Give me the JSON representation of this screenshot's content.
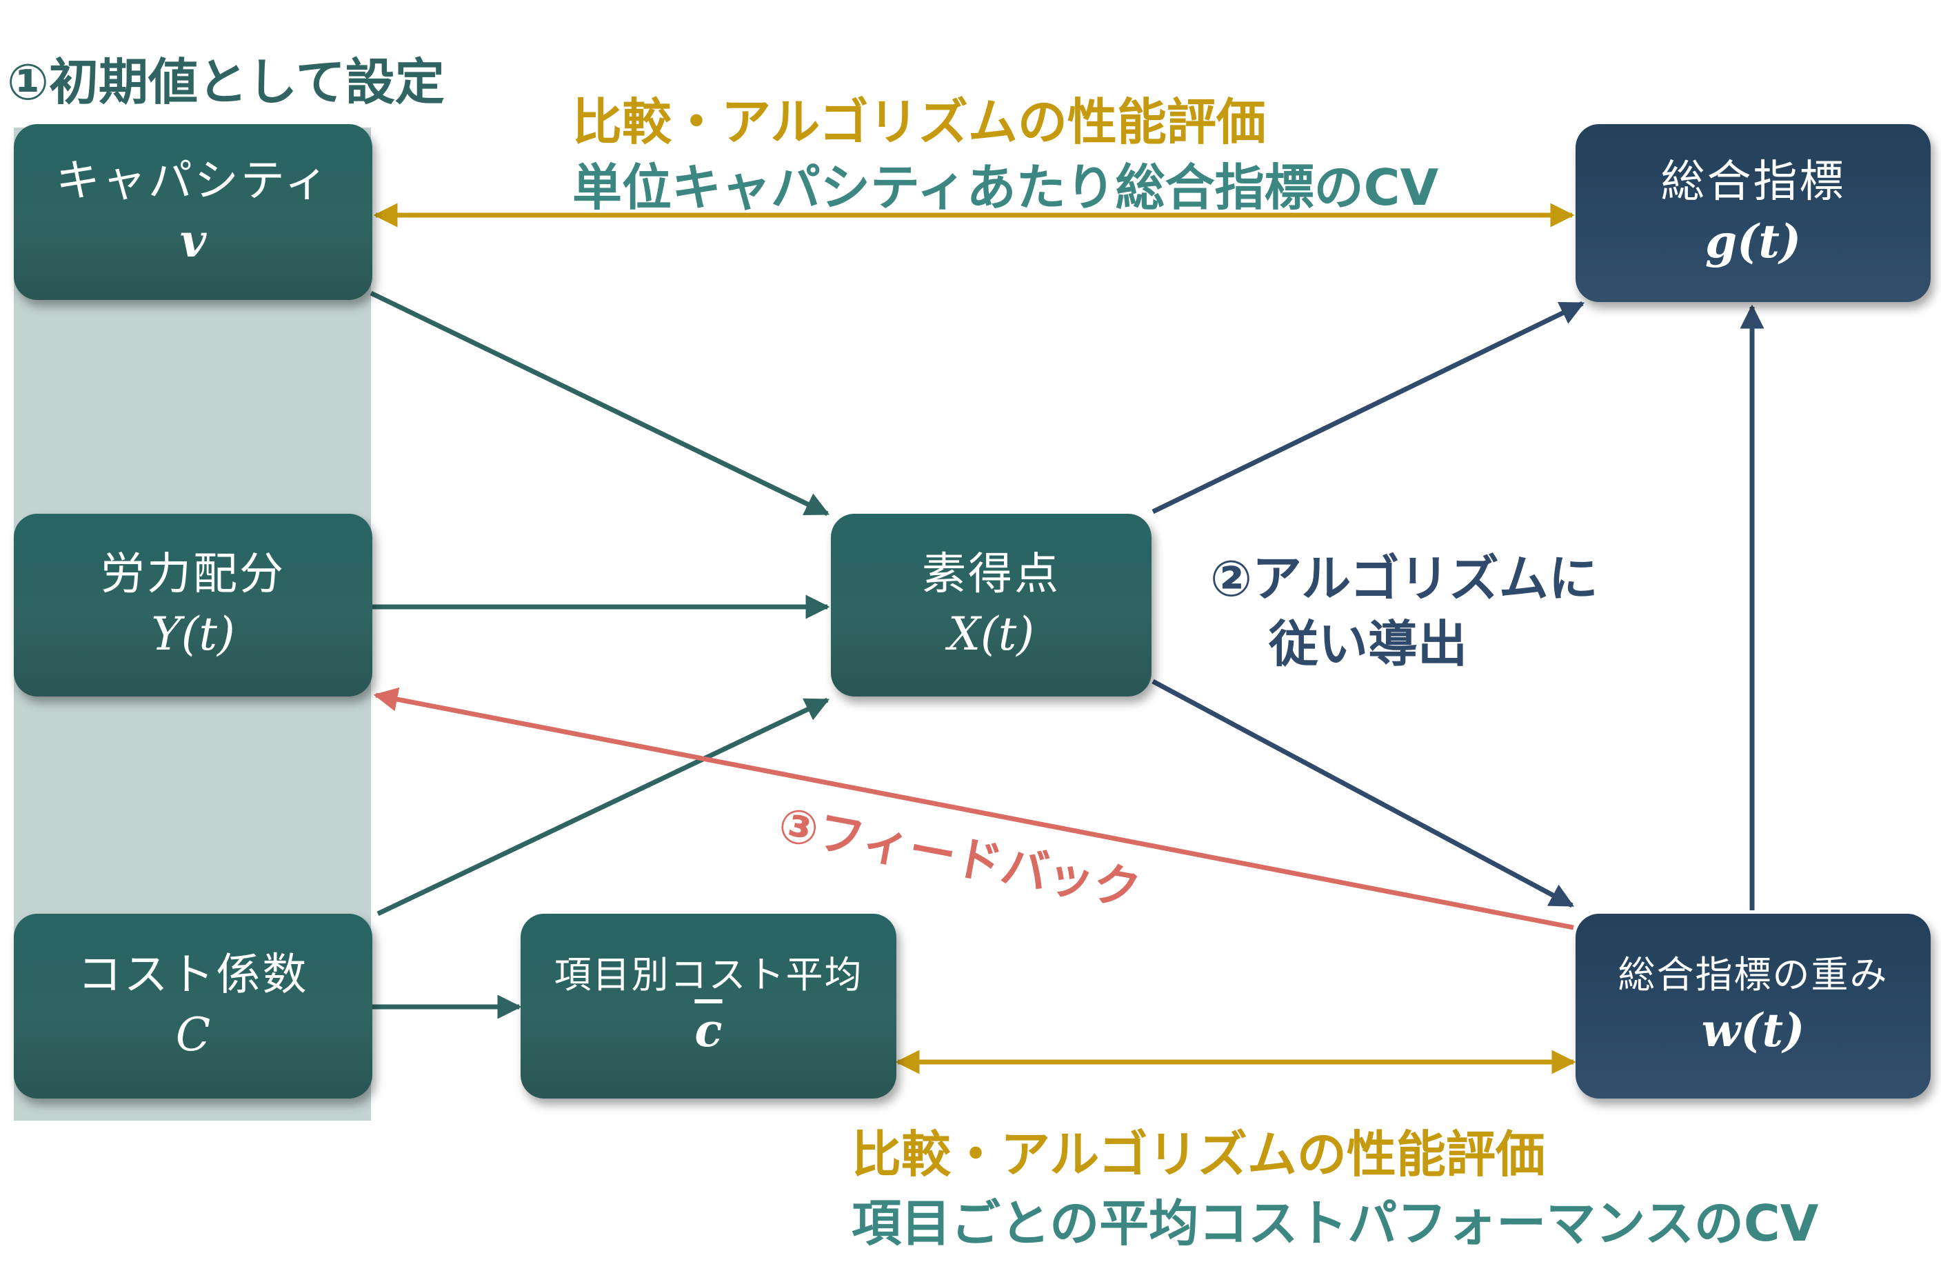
{
  "step1_title": "①初期値として設定",
  "top_annotation": {
    "line1": "比較・アルゴリズムの性能評価",
    "line2": "単位キャパシティあたり総合指標のCV"
  },
  "bottom_annotation": {
    "line1": "比較・アルゴリズムの性能評価",
    "line2": "項目ごとの平均コストパフォーマンスのCV"
  },
  "step2": {
    "line1": "②アルゴリズムに",
    "line2": "従い導出"
  },
  "step3": "③フィードバック",
  "nodes": {
    "capacity": {
      "label": "キャパシティ",
      "symbol": "v"
    },
    "labor": {
      "label": "労力配分",
      "symbol": "Y(t)"
    },
    "cost_coef": {
      "label": "コスト係数",
      "symbol": "C"
    },
    "cost_avg": {
      "label": "項目別コスト平均",
      "symbol": "c"
    },
    "raw_score": {
      "label": "素得点",
      "symbol": "X(t)"
    },
    "composite": {
      "label": "総合指標",
      "symbol": "g(t)"
    },
    "weights": {
      "label": "総合指標の重み",
      "symbol": "w(t)"
    }
  },
  "colors": {
    "teal_node": "#2f6462",
    "navy_node": "#2a4965",
    "band": "#c3d3d1",
    "gold": "#c69a0e",
    "teal_text": "#3d8782",
    "navy_text": "#2f4a6a",
    "feedback_red": "#d96b63"
  }
}
